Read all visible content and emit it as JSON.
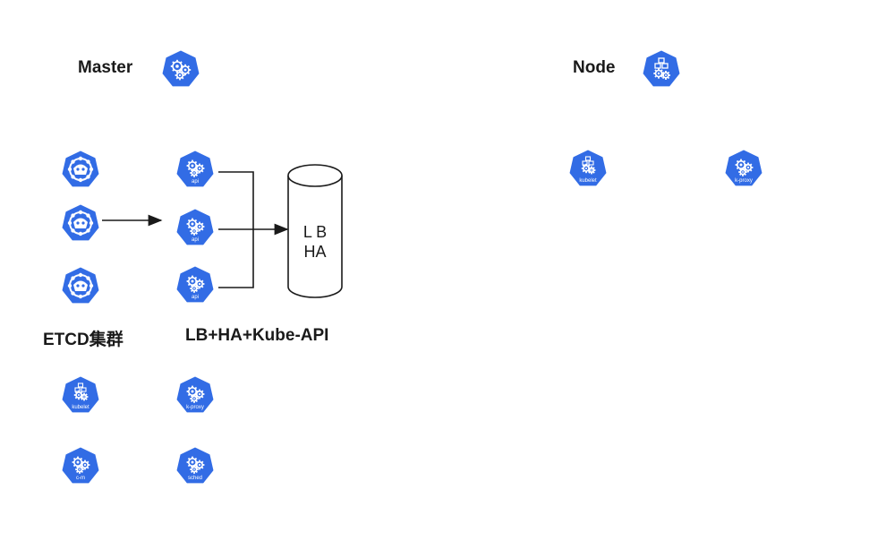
{
  "titles": {
    "master": "Master",
    "node": "Node",
    "etcd_cluster": "ETCD集群",
    "lb_ha_api": "LB+HA+Kube-API"
  },
  "lb": {
    "line1": "L B",
    "line2": "HA"
  },
  "icons": {
    "master_header": {
      "name": "master-icon",
      "sub": ""
    },
    "node_header": {
      "name": "node-icon",
      "sub": ""
    },
    "etcd_1": {
      "name": "etcd-icon",
      "sub": ""
    },
    "etcd_2": {
      "name": "etcd-icon",
      "sub": ""
    },
    "etcd_3": {
      "name": "etcd-icon",
      "sub": ""
    },
    "api_1": {
      "name": "api-icon",
      "sub": "api"
    },
    "api_2": {
      "name": "api-icon",
      "sub": "api"
    },
    "api_3": {
      "name": "api-icon",
      "sub": "api"
    },
    "master_kubelet": {
      "name": "kubelet-icon",
      "sub": "kubelet"
    },
    "master_kproxy": {
      "name": "kproxy-icon",
      "sub": "k-proxy"
    },
    "master_cm": {
      "name": "controller-manager-icon",
      "sub": "c-m"
    },
    "master_sched": {
      "name": "scheduler-icon",
      "sub": "sched"
    },
    "node_kubelet": {
      "name": "kubelet-icon",
      "sub": "kubelet"
    },
    "node_kproxy": {
      "name": "kproxy-icon",
      "sub": "k-proxy"
    }
  },
  "colors": {
    "k8s_blue": "#326CE5",
    "white": "#ffffff",
    "line": "#1a1a1a"
  }
}
